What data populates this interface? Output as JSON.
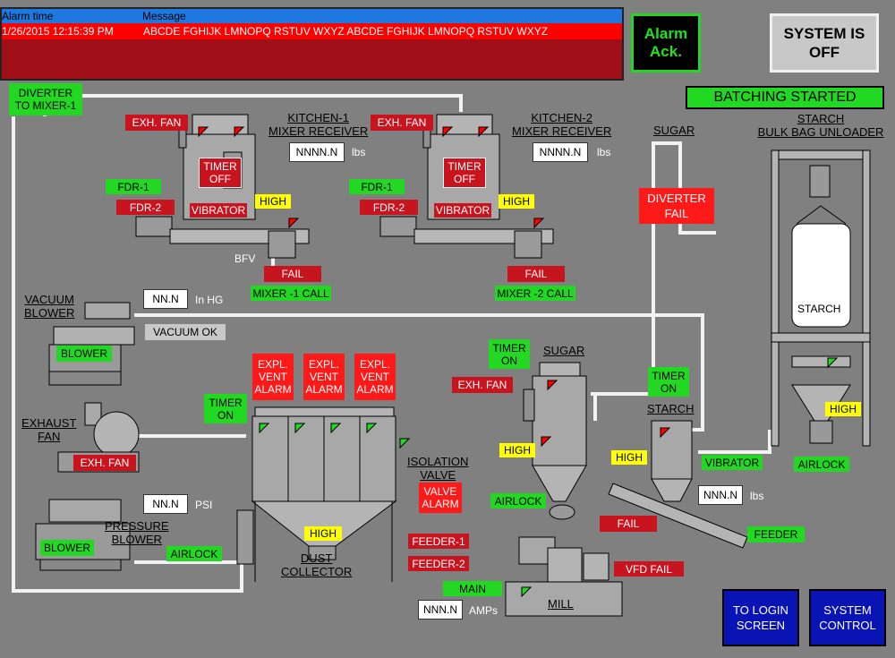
{
  "alarm": {
    "col_time": "Alarm time",
    "col_message": "Message",
    "row_time": "1/26/2015 12:15:39 PM",
    "row_message": "ABCDE FGHIJK LMNOPQ RSTUV WXYZ ABCDE FGHIJK LMNOPQ RSTUV WXYZ"
  },
  "buttons": {
    "alarm_ack": "Alarm\nAck.",
    "system_status": "SYSTEM IS\nOFF",
    "to_login": "TO LOGIN\nSCREEN",
    "system_control": "SYSTEM\nCONTROL"
  },
  "batching": "BATCHING STARTED",
  "kitchen1": {
    "title": "KITCHEN-1\nMIXER RECEIVER",
    "exh_fan": "EXH. FAN",
    "timer": "TIMER\nOFF",
    "vibrator": "VIBRATOR",
    "fdr1": "FDR-1",
    "fdr2": "FDR-2",
    "high": "HIGH",
    "bfv": "BFV",
    "fail": "FAIL",
    "call": "MIXER -1 CALL",
    "weight": "NNNN.N",
    "unit": "lbs"
  },
  "kitchen2": {
    "title": "KITCHEN-2\nMIXER RECEIVER",
    "exh_fan": "EXH. FAN",
    "timer": "TIMER\nOFF",
    "vibrator": "VIBRATOR",
    "fdr1": "FDR-1",
    "fdr2": "FDR-2",
    "high": "HIGH",
    "fail": "FAIL",
    "call": "MIXER -2 CALL",
    "weight": "NNNN.N",
    "unit": "lbs"
  },
  "diverter_mixer": "DIVERTER\nTO MIXER-1",
  "sugar_label": "SUGAR",
  "diverter_fail": "DIVERTER\nFAIL",
  "starch_unloader": {
    "title": "STARCH\nBULK BAG UNLOADER",
    "bag_label": "STARCH",
    "high": "HIGH",
    "airlock": "AIRLOCK"
  },
  "vacuum": {
    "title": "VACUUM\nBLOWER",
    "value": "NN.N",
    "unit": "In HG",
    "status": "VACUUM OK",
    "blower": "BLOWER"
  },
  "exhaust": {
    "title": "EXHAUST\nFAN",
    "exh_fan": "EXH. FAN"
  },
  "pressure": {
    "title": "PRESSURE\nBLOWER",
    "value": "NN.N",
    "unit": "PSI",
    "blower": "BLOWER",
    "airlock": "AIRLOCK"
  },
  "dust_collector": {
    "title": "DUST\nCOLLECTOR",
    "timer": "TIMER\nON",
    "expl1": "EXPL.\nVENT\nALARM",
    "expl2": "EXPL.\nVENT\nALARM",
    "expl3": "EXPL.\nVENT\nALARM",
    "high": "HIGH"
  },
  "isolation": {
    "title": "ISOLATION\nVALVE",
    "alarm": "VALVE\nALARM"
  },
  "feeders": {
    "feeder1": "FEEDER-1",
    "feeder2": "FEEDER-2"
  },
  "sugar_station": {
    "title": "SUGAR",
    "timer": "TIMER\nON",
    "exh_fan": "EXH. FAN",
    "high": "HIGH",
    "airlock": "AIRLOCK"
  },
  "starch_station": {
    "title": "STARCH",
    "timer": "TIMER\nON",
    "high": "HIGH",
    "vibrator": "VIBRATOR",
    "weight": "NNN.N",
    "unit": "lbs",
    "fail": "FAIL",
    "feeder": "FEEDER"
  },
  "mill": {
    "title": "MILL",
    "main": "MAIN",
    "vfd_fail": "VFD FAIL",
    "amps": "NNN.N",
    "unit": "AMPs"
  }
}
